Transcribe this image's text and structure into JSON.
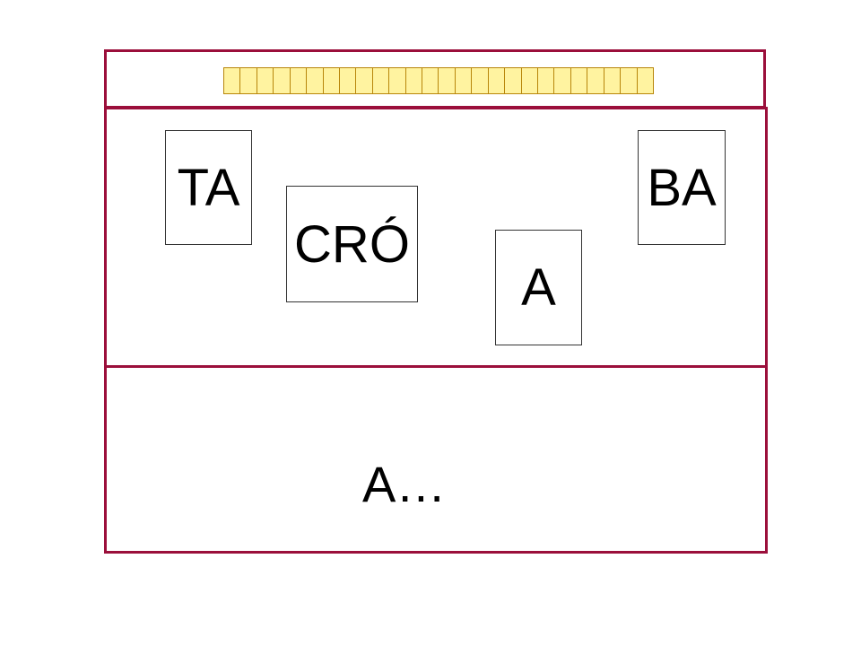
{
  "progress": {
    "cell_count": 26,
    "fill_color": "#fff3a0",
    "border_color": "#b8860b"
  },
  "frame": {
    "border_color": "#9b0f3b"
  },
  "syllable_cards": [
    {
      "id": "ta",
      "label": "TA"
    },
    {
      "id": "cro",
      "label": "CRÓ"
    },
    {
      "id": "a",
      "label": "A"
    },
    {
      "id": "ba",
      "label": "BA"
    }
  ],
  "answer": {
    "text": "A…"
  }
}
